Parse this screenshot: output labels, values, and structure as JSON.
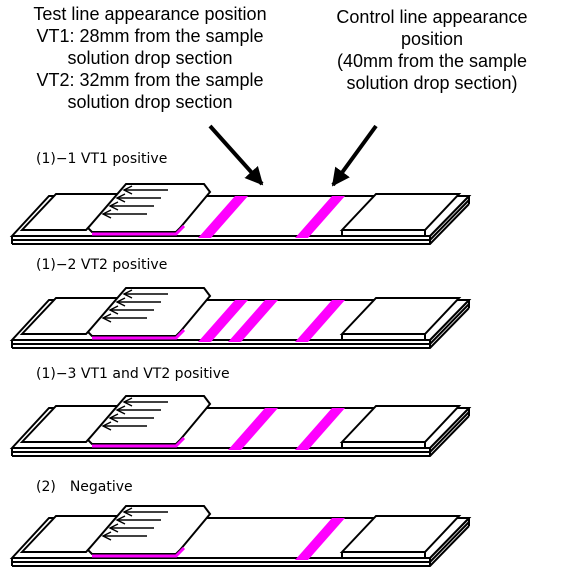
{
  "annotations": {
    "test_line": [
      "Test line appearance position",
      "VT1: 28mm from the sample",
      "solution drop section",
      "VT2: 32mm from the sample",
      "solution drop section"
    ],
    "control_line": [
      "Control line appearance",
      "position",
      "(40mm from the sample",
      "solution drop section)"
    ]
  },
  "strips": [
    {
      "caption": "(1)−1 VT1 positive",
      "vt1": true,
      "vt2": false,
      "control": true
    },
    {
      "caption": "(1)−2 VT2 positive",
      "vt1": true,
      "vt2": true,
      "control": true
    },
    {
      "caption": "(1)−3 VT1 and VT2 positive",
      "vt1": false,
      "vt2": true,
      "control": true
    },
    {
      "caption": "(2)　Negative",
      "vt1": false,
      "vt2": false,
      "control": true
    }
  ],
  "colors": {
    "line": "#ff00ff",
    "outline": "#000000"
  }
}
